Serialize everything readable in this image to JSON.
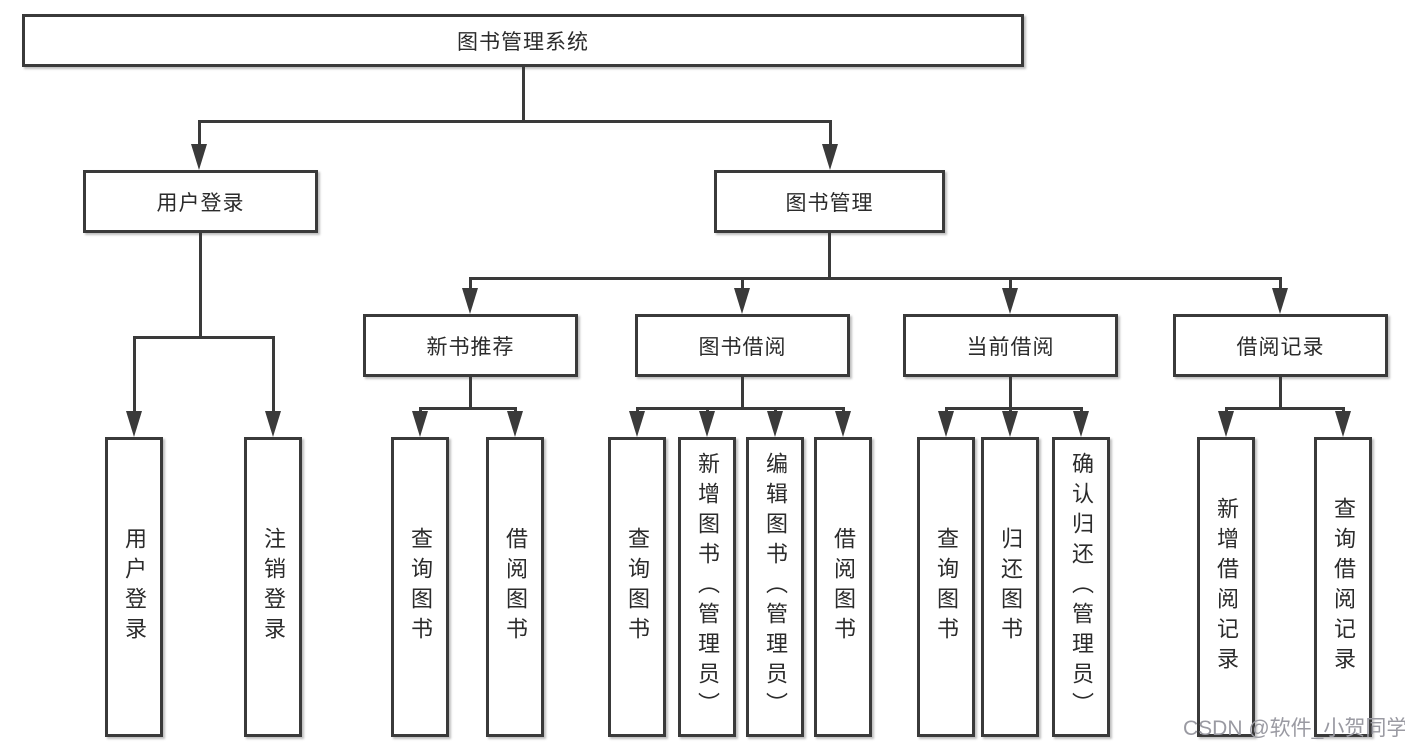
{
  "colors": {
    "line": "#3a3a3a",
    "text": "#2b2b2b",
    "box-bg": "#ffffff",
    "page-bg": "#ffffff",
    "watermark": "#9a9aa2"
  },
  "watermark": "CSDN @软件_小贺同学",
  "tree": {
    "root": "图书管理系统",
    "level2": [
      {
        "label": "用户登录",
        "children": [
          "用户登录",
          "注销登录"
        ]
      },
      {
        "label": "图书管理",
        "groups": [
          {
            "label": "新书推荐",
            "children": [
              "查询图书",
              "借阅图书"
            ]
          },
          {
            "label": "图书借阅",
            "children": [
              "查询图书",
              "新增图书（管理员）",
              "编辑图书（管理员）",
              "借阅图书"
            ]
          },
          {
            "label": "当前借阅",
            "children": [
              "查询图书",
              "归还图书",
              "确认归还（管理员）"
            ]
          },
          {
            "label": "借阅记录",
            "children": [
              "新增借阅记录",
              "查询借阅记录"
            ]
          }
        ]
      }
    ]
  }
}
